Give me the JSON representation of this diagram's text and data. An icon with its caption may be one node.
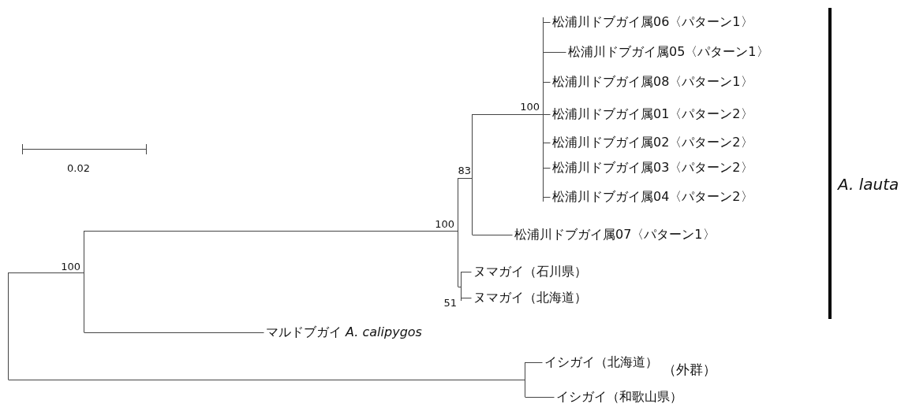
{
  "diagram": {
    "nodes": [
      {
        "text": [],
        "shape": "bar"
      },
      {
        "text": [],
        "shape": "bar",
        "beside": [
          "100"
        ]
      },
      {
        "text": [],
        "shape": "bar",
        "beside": [
          "100"
        ]
      },
      {
        "text": [],
        "shape": "bar",
        "beside": [
          "83"
        ]
      },
      {
        "text": [],
        "shape": "bar",
        "beside": [
          "100"
        ]
      },
      {
        "text": [
          "松浦川ドブガイ属06〈パターン1〉"
        ]
      },
      {
        "text": [
          "松浦川ドブガイ属05〈パターン1〉"
        ]
      },
      {
        "text": [
          "松浦川ドブガイ属08〈パターン1〉"
        ]
      },
      {
        "text": [
          "松浦川ドブガイ属01〈パターン2〉"
        ]
      },
      {
        "text": [
          "松浦川ドブガイ属02〈パターン2〉"
        ]
      },
      {
        "text": [
          "松浦川ドブガイ属03〈パターン2〉"
        ]
      },
      {
        "text": [
          "松浦川ドブガイ属04〈パターン2〉"
        ]
      },
      {
        "text": [
          "松浦川ドブガイ属07〈パターン1〉"
        ]
      },
      {
        "text": [],
        "shape": "bar",
        "beside": [
          "51"
        ]
      },
      {
        "text": [
          "ヌマガイ（石川県）"
        ]
      },
      {
        "text": [
          "ヌマガイ（北海道）"
        ]
      },
      {
        "text": [
          "マルドブガイ *A. calipygos*"
        ]
      },
      {
        "text": [],
        "shape": "bar"
      },
      {
        "text": [
          "イシガイ（北海道）"
        ]
      },
      {
        "text": [
          "イシガイ（和歌山県）"
        ]
      }
    ],
    "edges": [
      {
        "from": 0,
        "to": 1,
        "arrow": "none"
      },
      {
        "from": 0,
        "to": 17,
        "arrow": "none"
      },
      {
        "from": 1,
        "to": 2,
        "arrow": "none"
      },
      {
        "from": 1,
        "to": 16,
        "arrow": "none"
      },
      {
        "from": 2,
        "to": 3,
        "arrow": "none"
      },
      {
        "from": 2,
        "to": 13,
        "arrow": "none"
      },
      {
        "from": 3,
        "to": 4,
        "arrow": "none"
      },
      {
        "from": 3,
        "to": 12,
        "arrow": "none"
      },
      {
        "from": 4,
        "to": 5,
        "arrow": "none"
      },
      {
        "from": 4,
        "to": 6,
        "arrow": "none"
      },
      {
        "from": 4,
        "to": 7,
        "arrow": "none"
      },
      {
        "from": 4,
        "to": 8,
        "arrow": "none"
      },
      {
        "from": 4,
        "to": 9,
        "arrow": "none"
      },
      {
        "from": 4,
        "to": 10,
        "arrow": "none"
      },
      {
        "from": 4,
        "to": 11,
        "arrow": "none"
      },
      {
        "from": 13,
        "to": 14,
        "arrow": "none"
      },
      {
        "from": 13,
        "to": 15,
        "arrow": "none"
      },
      {
        "from": 17,
        "to": 18,
        "arrow": "none"
      },
      {
        "from": 17,
        "to": 19,
        "arrow": "none"
      }
    ],
    "labels": [
      "0.02",
      "A. lauta",
      "（外群）"
    ]
  }
}
